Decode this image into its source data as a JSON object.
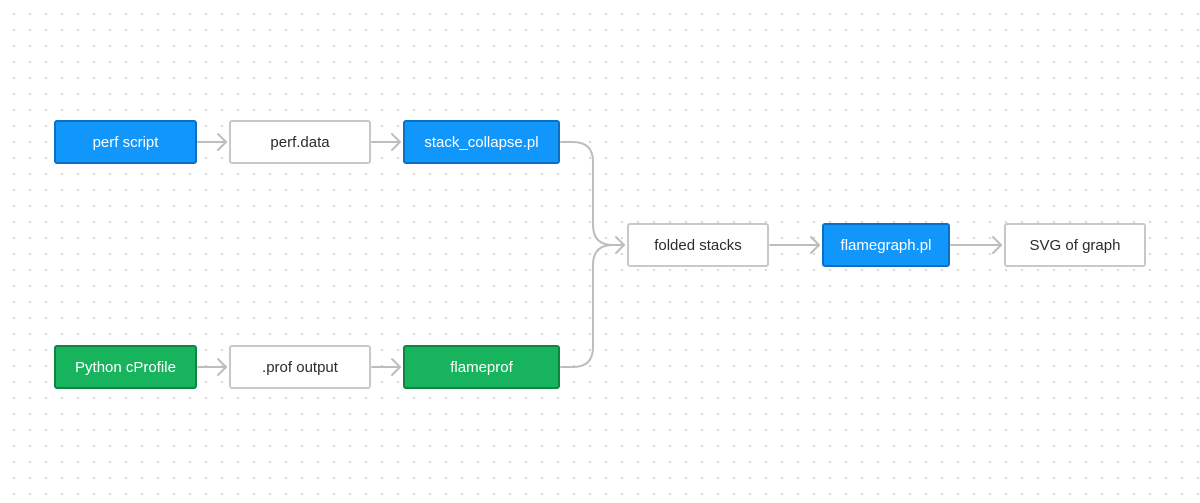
{
  "diagram": {
    "nodes": {
      "perf_script": "perf script",
      "perf_data": "perf.data",
      "stack_collapse": "stack_collapse.pl",
      "folded_stacks": "folded stacks",
      "flamegraph": "flamegraph.pl",
      "svg_of_graph": "SVG of graph",
      "python_cprofile": "Python cProfile",
      "prof_output": ".prof output",
      "flameprof": "flameprof"
    },
    "colors": {
      "blue_fill": "#1196fc",
      "blue_border": "#0b6fc4",
      "green_fill": "#17b35d",
      "green_border": "#0f8544",
      "plain_border": "#c8c8c8",
      "edge": "#bdbdbd"
    }
  }
}
